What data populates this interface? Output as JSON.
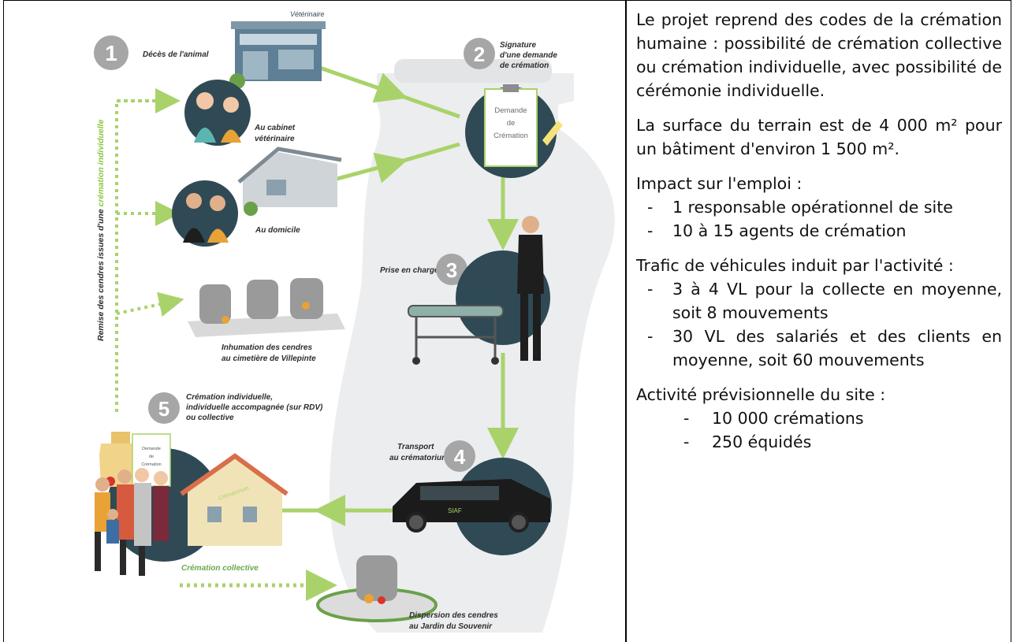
{
  "infographic": {
    "steps": [
      {
        "number": "1",
        "label": "Décès de l'animal"
      },
      {
        "number": "2",
        "label_lines": [
          "Signature",
          "d'une demande",
          "de crémation"
        ]
      },
      {
        "number": "3",
        "label": "Prise en charge"
      },
      {
        "number": "4",
        "label_lines": [
          "Transport",
          "au crématorium"
        ]
      },
      {
        "number": "5",
        "label_lines": [
          "Crémation individuelle,",
          "individuelle accompagnée (sur RDV)",
          "ou collective"
        ]
      }
    ],
    "vet_sign": "Vétérinaire",
    "vet_caption_lines": [
      "Au cabinet",
      "vétérinaire"
    ],
    "home_caption": "Au domicile",
    "form_lines": [
      "Demande",
      "de",
      "Crémation"
    ],
    "small_form_lines": [
      "Demande",
      "de",
      "Crémation"
    ],
    "inhumation_lines": [
      "Inhumation des cendres",
      "au cimetière de Villepinte"
    ],
    "side_label_plain": "Remise des cendres issues d'une ",
    "side_label_accent": "crémation individuelle",
    "crematorium_sign": "Crématorium",
    "collective_label": "Crémation collective",
    "dispersion_lines": [
      "Dispersion des cendres",
      "au Jardin du Souvenir"
    ],
    "car_logo": "SIAF",
    "colors": {
      "accent_green": "#a9d36a",
      "dark_teal": "#2f4a55",
      "vase_grey": "#ecedef",
      "number_grey": "#a6a6a6"
    }
  },
  "text": {
    "intro": "Le projet reprend des codes de la crémation humaine : possibilité de crémation collective ou crémation individuelle, avec possibilité de cérémonie individuelle.",
    "surface": "La surface du terrain est de 4 000 m² pour un bâtiment d'environ 1 500 m².",
    "employment_heading": "Impact sur l'emploi :",
    "employment_items": [
      "1 responsable opérationnel de site",
      "10 à 15 agents de crémation"
    ],
    "traffic_heading": "Trafic de véhicules induit par l'activité :",
    "traffic_items": [
      "3 à 4 VL pour la collecte en moyenne, soit 8 mouvements",
      "30 VL des salariés et des clients en moyenne, soit 60 mouvements"
    ],
    "activity_heading": "Activité prévisionnelle du site :",
    "activity_items": [
      "10 000 crémations",
      "250 équidés"
    ]
  }
}
